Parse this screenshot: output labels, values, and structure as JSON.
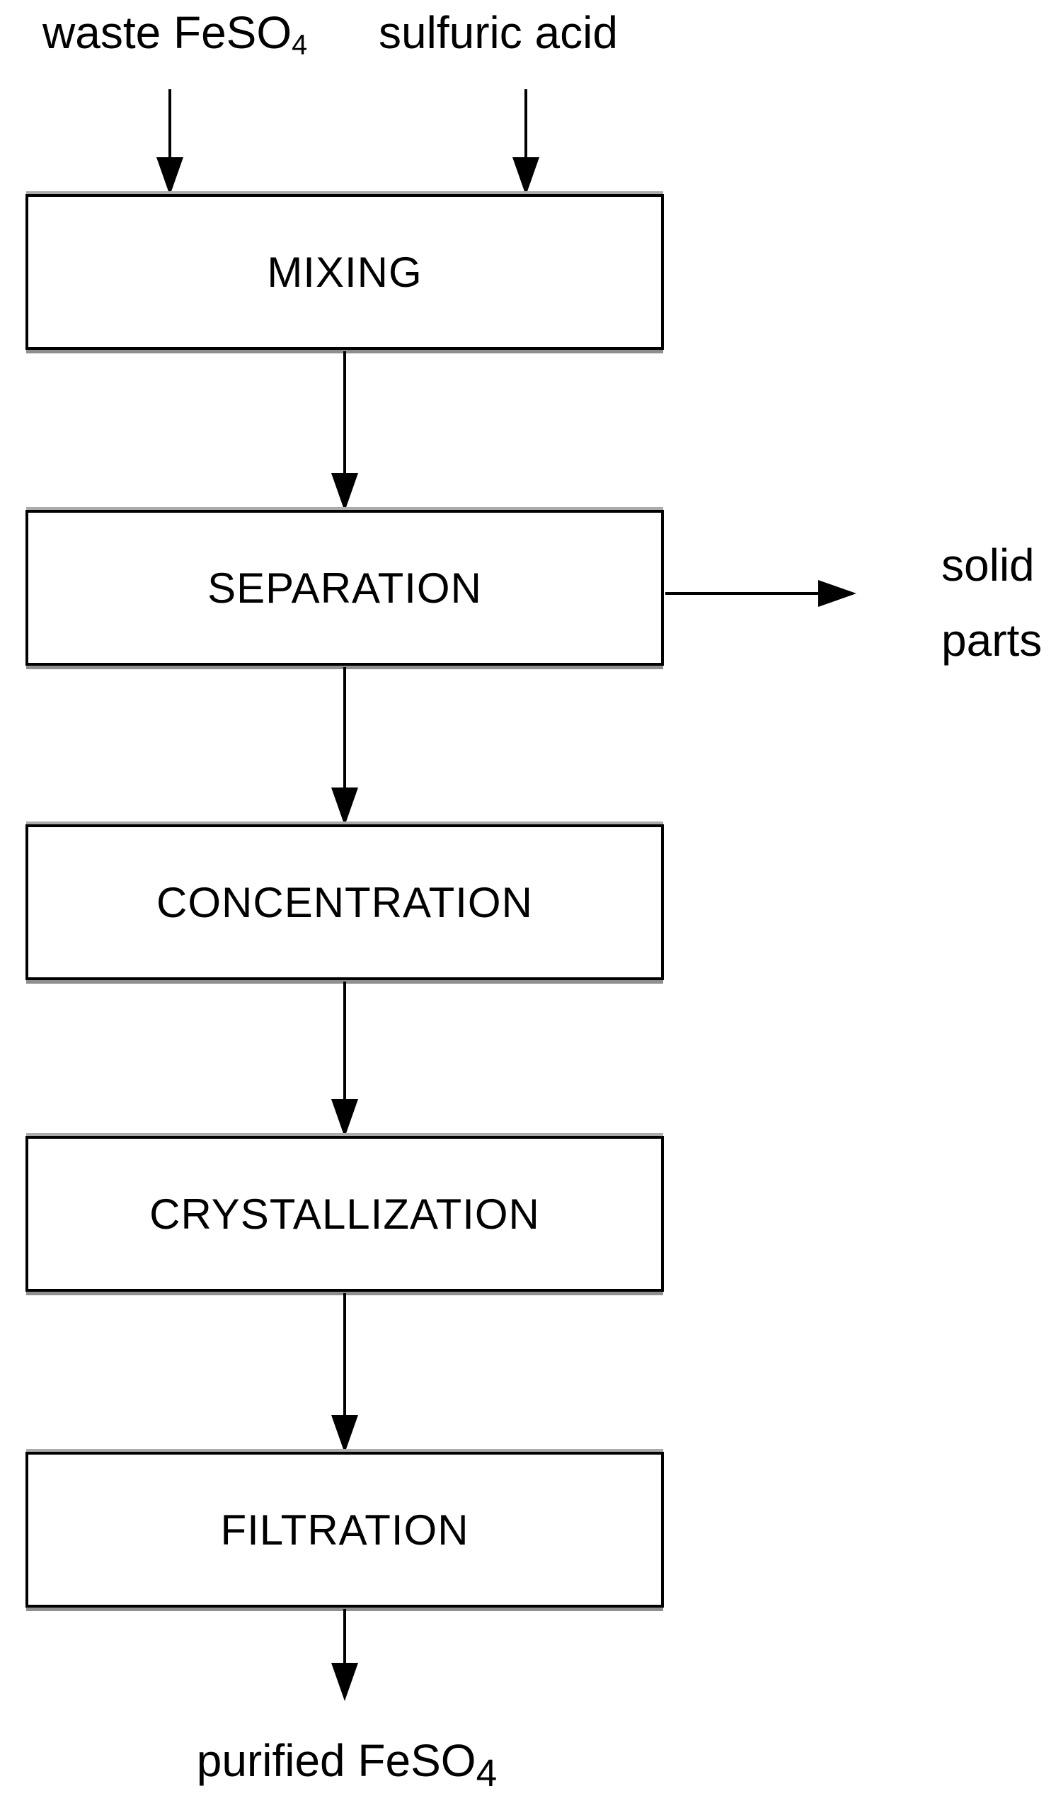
{
  "colors": {
    "line": "#000000",
    "text": "#000000",
    "box_background": "#ffffff",
    "box_shadow_bottom": "#8f8f8f",
    "box_shadow_top": "#ababab",
    "page_background": "#ffffff"
  },
  "flowchart": {
    "input_left": {
      "main": "waste FeSO",
      "sub": "4"
    },
    "input_right": {
      "label": "sulfuric acid"
    },
    "steps": {
      "mixing": "MIXING",
      "separation": "SEPARATION",
      "concentration": "CONCENTRATION",
      "crystallization": "CRYSTALLIZATION",
      "filtration": "FILTRATION"
    },
    "side_output": {
      "line1": "solid",
      "line2": "parts"
    },
    "final_output": {
      "main": "purified FeSO",
      "sub": "4"
    }
  }
}
